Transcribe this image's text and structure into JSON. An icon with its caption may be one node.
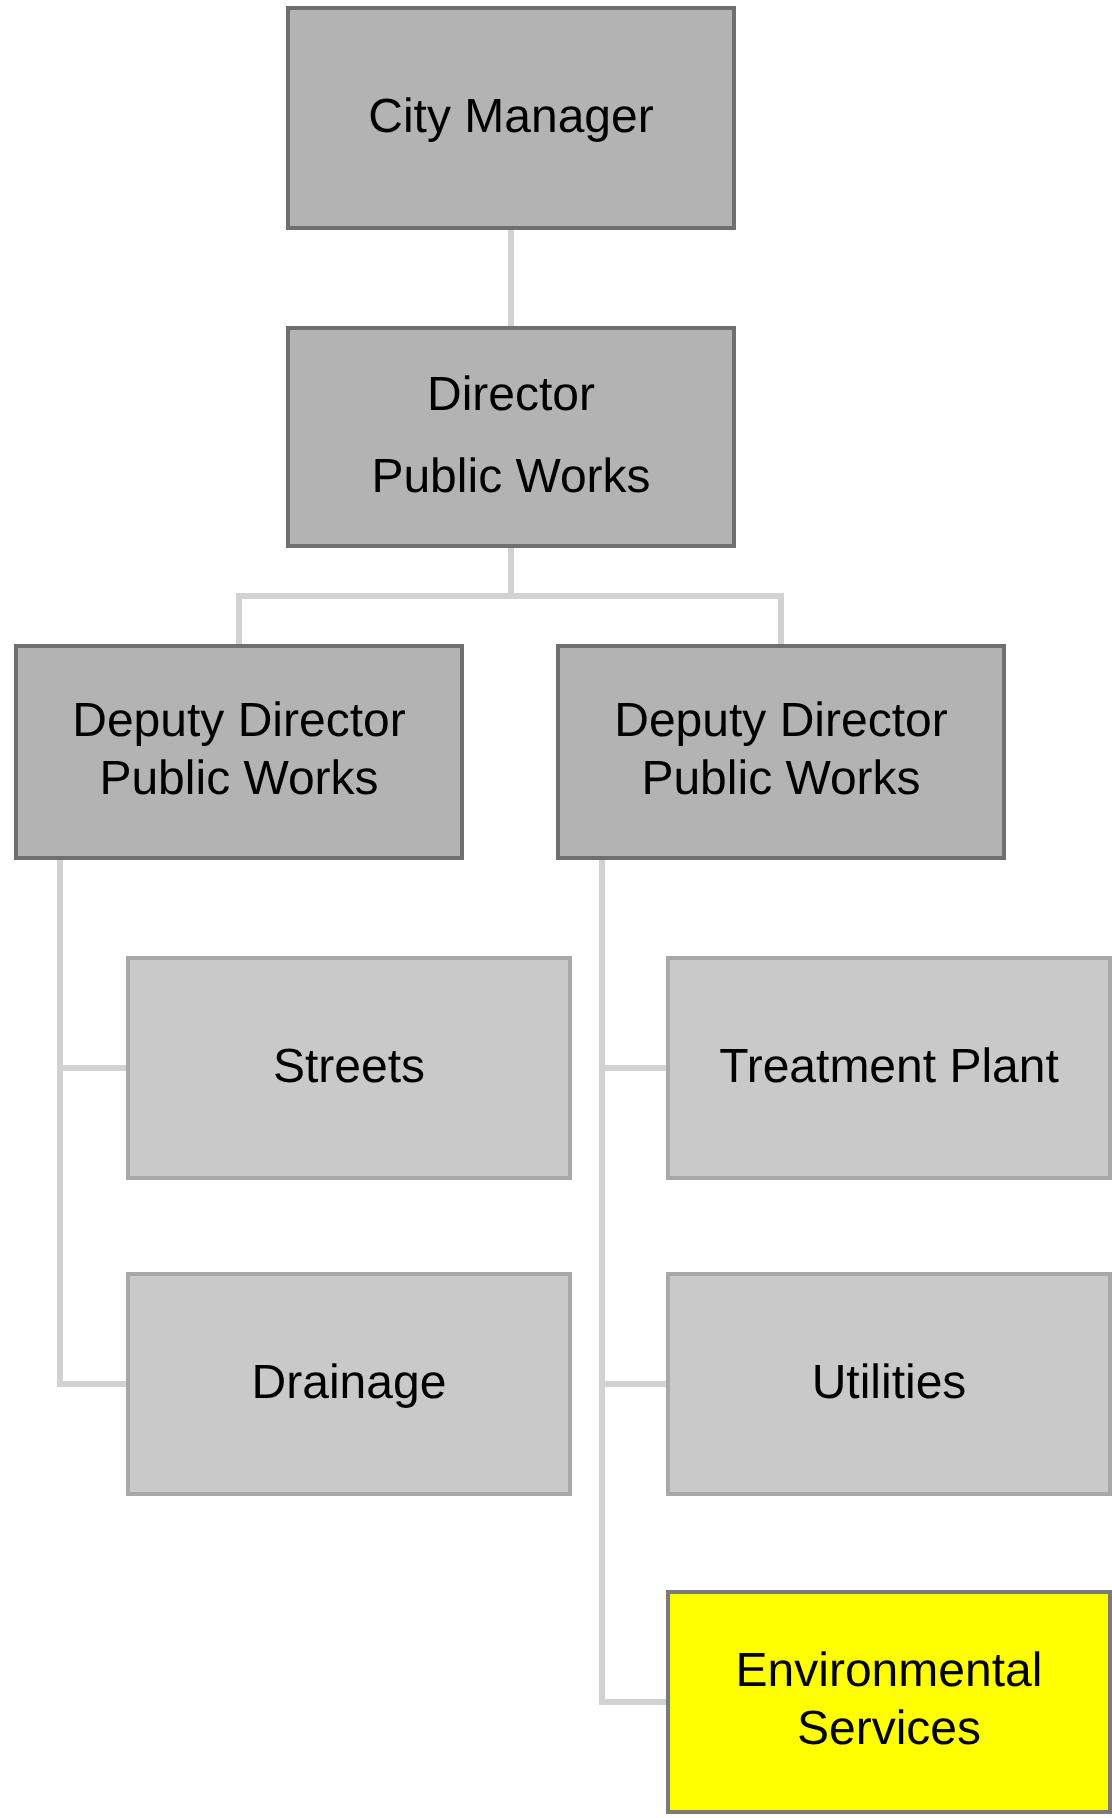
{
  "diagram": {
    "nodes": [
      {
        "text": [
          "City Manager"
        ]
      },
      {
        "text": [
          "Director",
          "Public Works"
        ]
      },
      {
        "text": [
          "Deputy Director Public Works"
        ]
      },
      {
        "text": [
          "Deputy Director Public Works"
        ]
      },
      {
        "text": [
          "Streets"
        ]
      },
      {
        "text": [
          "Drainage"
        ]
      },
      {
        "text": [
          "Treatment Plant"
        ]
      },
      {
        "text": [
          "Utilities"
        ]
      },
      {
        "text": [
          "Environmental Services"
        ]
      }
    ],
    "edges": [
      {
        "from": 0,
        "to": 1,
        "arrow": "none"
      },
      {
        "from": 1,
        "to": 2,
        "arrow": "none"
      },
      {
        "from": 1,
        "to": 3,
        "arrow": "none"
      },
      {
        "from": 2,
        "to": 4,
        "arrow": "none"
      },
      {
        "from": 2,
        "to": 5,
        "arrow": "none"
      },
      {
        "from": 3,
        "to": 6,
        "arrow": "none"
      },
      {
        "from": 3,
        "to": 7,
        "arrow": "none"
      },
      {
        "from": 3,
        "to": 8,
        "arrow": "none"
      }
    ]
  }
}
